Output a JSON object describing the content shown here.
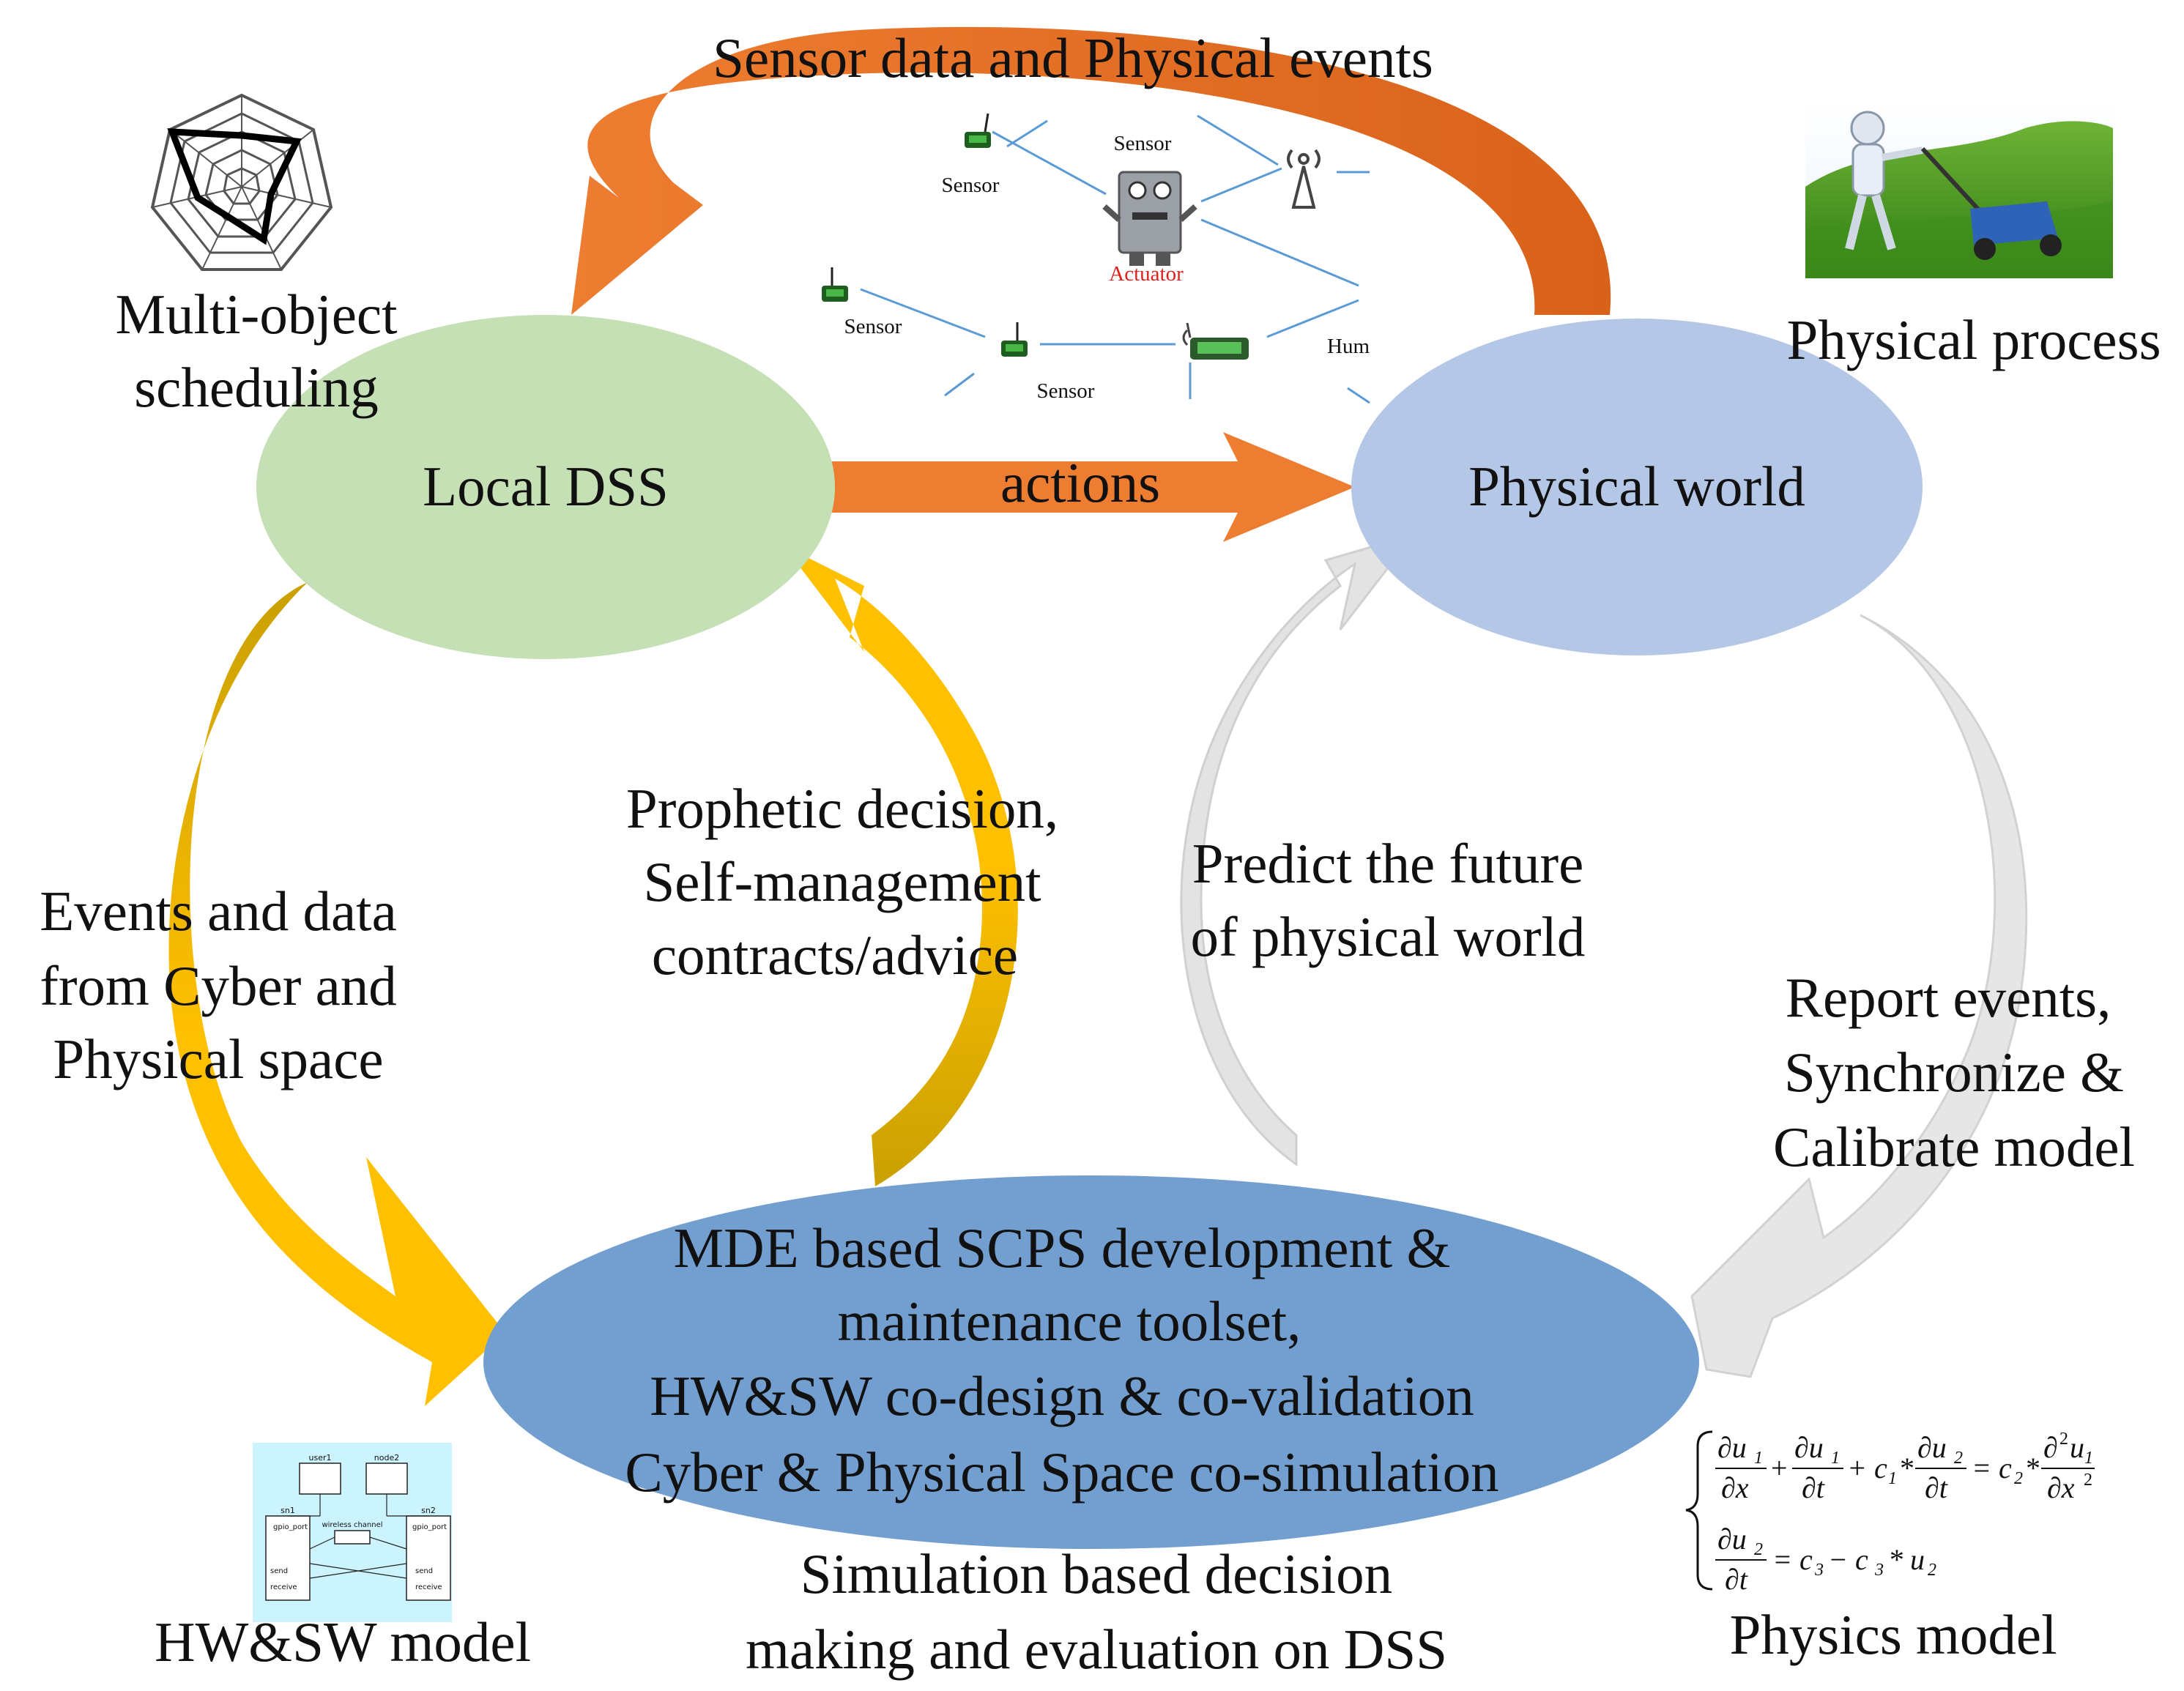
{
  "diagram": {
    "top_label": "Sensor data and Physical events",
    "nodes": {
      "local_dss": "Local DSS",
      "physical_world": "Physical world",
      "toolset": [
        "MDE based SCPS development &",
        "maintenance toolset,",
        "HW&SW co-design & co-validation",
        "Cyber & Physical Space co-simulation"
      ]
    },
    "arrows": {
      "actions": "actions"
    },
    "labels": {
      "multi_object": [
        "Multi-object",
        "scheduling"
      ],
      "physical_process": "Physical process",
      "events_data": [
        "Events and data",
        "from Cyber and",
        "Physical space"
      ],
      "prophetic": [
        "Prophetic decision,",
        "Self-management",
        "contracts/advice"
      ],
      "predict": [
        "Predict the future",
        "of physical world"
      ],
      "report": [
        "Report events,",
        "Synchronize &",
        "Calibrate model"
      ],
      "simulation": [
        "Simulation based decision",
        "making and evaluation on DSS"
      ],
      "hwsw_model": "HW&SW model",
      "physics_model": "Physics model"
    },
    "network": {
      "sensor_labels": [
        "Sensor",
        "Sensor",
        "Sensor",
        "Sensor"
      ],
      "actuator_label": "Actuator",
      "human_label": "Hum"
    },
    "hwsw_thumbnail": {
      "blocks": [
        "user1",
        "node2",
        "sn1",
        "sn2"
      ],
      "ports": [
        "gpio_port",
        "gpio_port",
        "send",
        "receive",
        "send",
        "receive"
      ],
      "channel": "wireless channel"
    },
    "equations": {
      "eq1_terms": [
        "∂u",
        "1",
        "∂x",
        "+",
        "∂u",
        "1",
        "∂t",
        "+ c",
        "1",
        "*",
        "∂u",
        "2",
        "∂t",
        "= c",
        "2",
        "*",
        "∂",
        "2",
        "u",
        "1",
        "∂x",
        "2"
      ],
      "eq2_terms": [
        "∂u",
        "2",
        "∂t",
        "= c",
        "3",
        "− c",
        "3",
        "* u",
        "2"
      ]
    },
    "colors": {
      "local_dss_fill": "#c5e0b4",
      "physical_world_fill": "#b4c7e7",
      "toolset_fill": "#729fcf",
      "orange_arrow": "#ed7d31",
      "gold_arrow": "#ffc000",
      "gold_dark": "#c9a003",
      "gray_arrow": "#e3e3e3",
      "network_link": "#5b9bd5",
      "actuator_text": "#e0201b",
      "thumb_bg": "#ccf4ff"
    },
    "icons": [
      "radar-chart-icon",
      "robot-mowing-lawn-image",
      "sensor-node-icon",
      "antenna-icon",
      "robot-actuator-icon",
      "gateway-icon"
    ]
  }
}
